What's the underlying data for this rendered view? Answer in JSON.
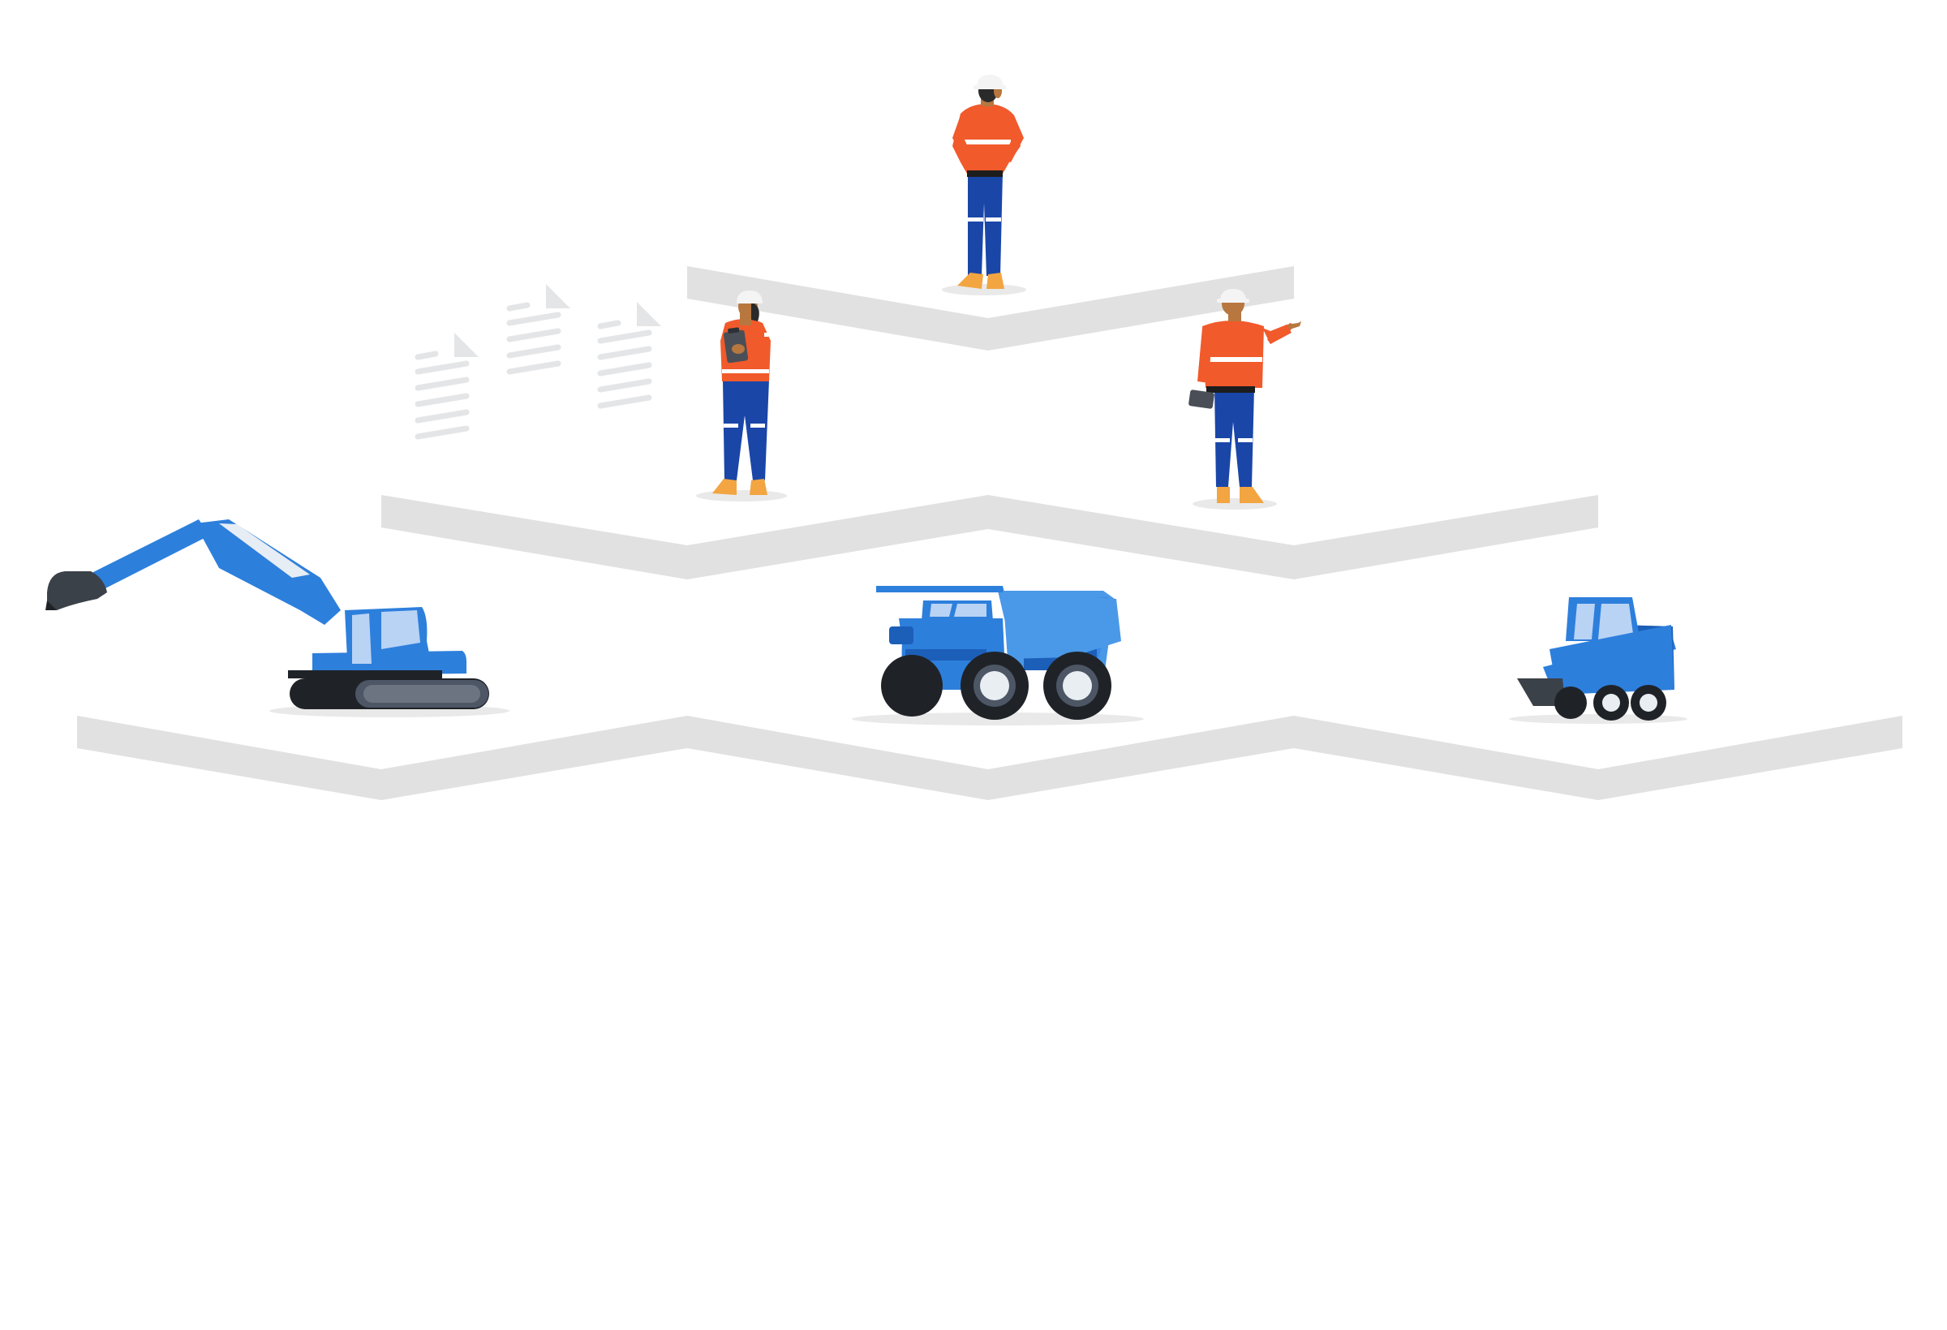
{
  "illustration": {
    "theme": "mining operations hierarchy",
    "tiers": [
      "supervisor",
      "workers",
      "heavy-equipment"
    ],
    "colors": {
      "background": "#ffffff",
      "platform": "#e1e1e1",
      "platform_shadow": "#ececec",
      "hi_vis_orange": "#f15a2b",
      "reflective_stripe": "#ffffff",
      "workwear_blue": "#1a46a8",
      "boot_yellow": "#f2a541",
      "helmet": "#f4f4f4",
      "skin": "#b7773f",
      "hair": "#2a2a2a",
      "machine_blue": "#2d7fdc",
      "machine_blue_light": "#4a98e8",
      "machine_blue_dark": "#1c5fb8",
      "cab_glass": "#b9d3f5",
      "tire": "#1f2328",
      "rim": "#e9eef2",
      "track": "#4d5664",
      "bucket": "#3b4148",
      "document_lines": "#e4e5e7"
    },
    "figures": [
      {
        "name": "supervisor",
        "icon": "worker-icon",
        "pose": "hands-on-hips"
      },
      {
        "name": "worker-with-clipboard",
        "icon": "worker-icon",
        "pose": "holding-clipboard"
      },
      {
        "name": "worker-pointing",
        "icon": "worker-icon",
        "pose": "pointing"
      }
    ],
    "machines": [
      {
        "name": "excavator",
        "icon": "excavator-icon"
      },
      {
        "name": "haul-truck",
        "icon": "dump-truck-icon"
      },
      {
        "name": "skid-steer-loader",
        "icon": "skid-steer-icon"
      }
    ],
    "documents": {
      "icon": "document-icon",
      "count": 3
    }
  }
}
